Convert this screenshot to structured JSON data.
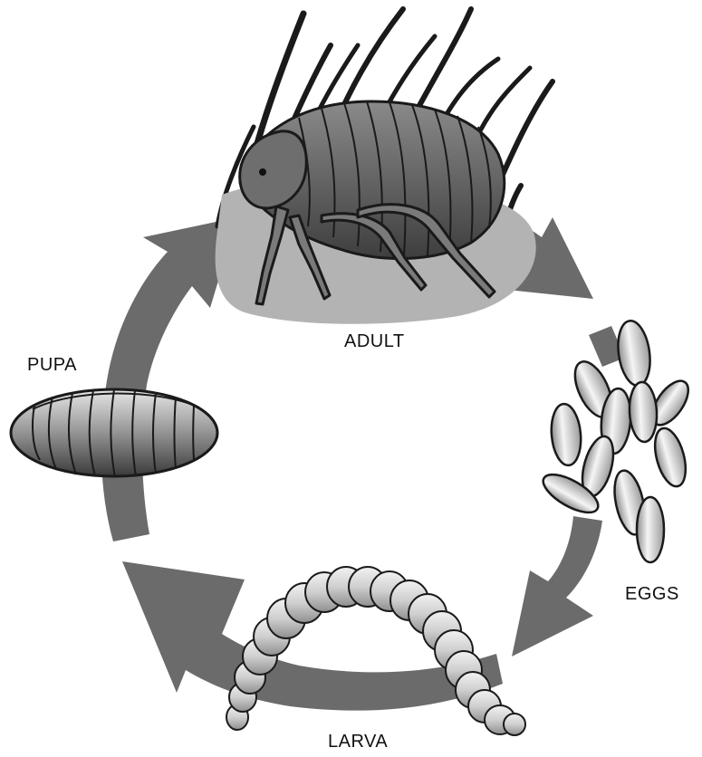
{
  "diagram": {
    "colors": {
      "arrow": "#6b6b6b",
      "ground": "#b3b3b3",
      "flea_body": "#5a5a5a",
      "segment_fill": "#d8d8d8",
      "outline": "#1a1a1a"
    },
    "stages": {
      "adult": "ADULT",
      "eggs": "EGGS",
      "larva": "LARVA",
      "pupa": "PUPA"
    }
  }
}
